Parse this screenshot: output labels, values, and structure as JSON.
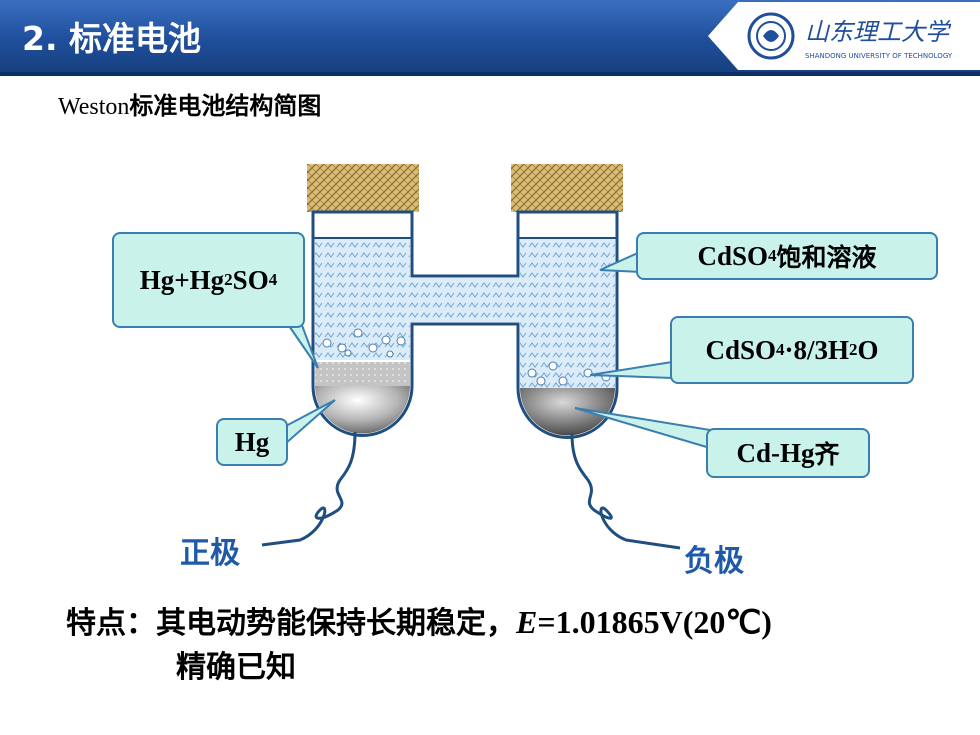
{
  "header": {
    "title": "2. 标准电池",
    "logo_text": "山东理工大学",
    "logo_subtext": "SHANDONG UNIVERSITY OF TECHNOLOGY",
    "brand_color": "#1f4f9c"
  },
  "subtitle": {
    "prefix": "Weston",
    "text": "标准电池结构简图"
  },
  "labels": {
    "left_paste": "Hg+Hg",
    "left_paste_sub": "2",
    "left_paste_tail": "SO",
    "left_paste_sub2": "4",
    "hg": "Hg",
    "cdso4_sat_pre": "CdSO",
    "cdso4_sat_sub": "4",
    "cdso4_sat_zh": "饱和溶液",
    "crystal_pre": "CdSO",
    "crystal_sub": "4",
    "crystal_mid": "·8/3H",
    "crystal_sub2": "2",
    "crystal_tail": "O",
    "amalgam": "Cd-Hg",
    "amalgam_zh": "齐",
    "positive": "正极",
    "negative": "负极"
  },
  "feature": {
    "lead": "特点：其电动势能保持长期稳定，",
    "var": "E",
    "value": "=1.01865V(20℃)",
    "line2": "精确已知"
  },
  "colors": {
    "callout_fill": "#c8f2ea",
    "callout_border": "#3a7fb0",
    "pole_text": "#1f5aa8",
    "solution": "#d4e8f7",
    "cork": "#c8a55a"
  }
}
